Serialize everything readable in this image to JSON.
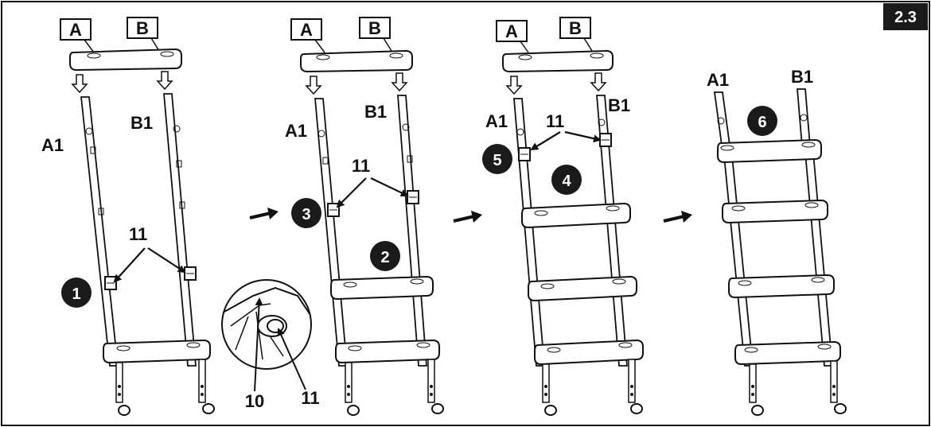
{
  "section_badge": "2.3",
  "labels": {
    "a": "A",
    "b": "B",
    "a1": "A1",
    "b1": "B1",
    "part_clip": "11",
    "part_hole": "10"
  },
  "steps": [
    "1",
    "2",
    "3",
    "4",
    "5",
    "6"
  ],
  "colors": {
    "ink": "#111111",
    "badge_bg": "#1a1a1a",
    "badge_text": "#ffffff",
    "paper": "#ffffff"
  }
}
